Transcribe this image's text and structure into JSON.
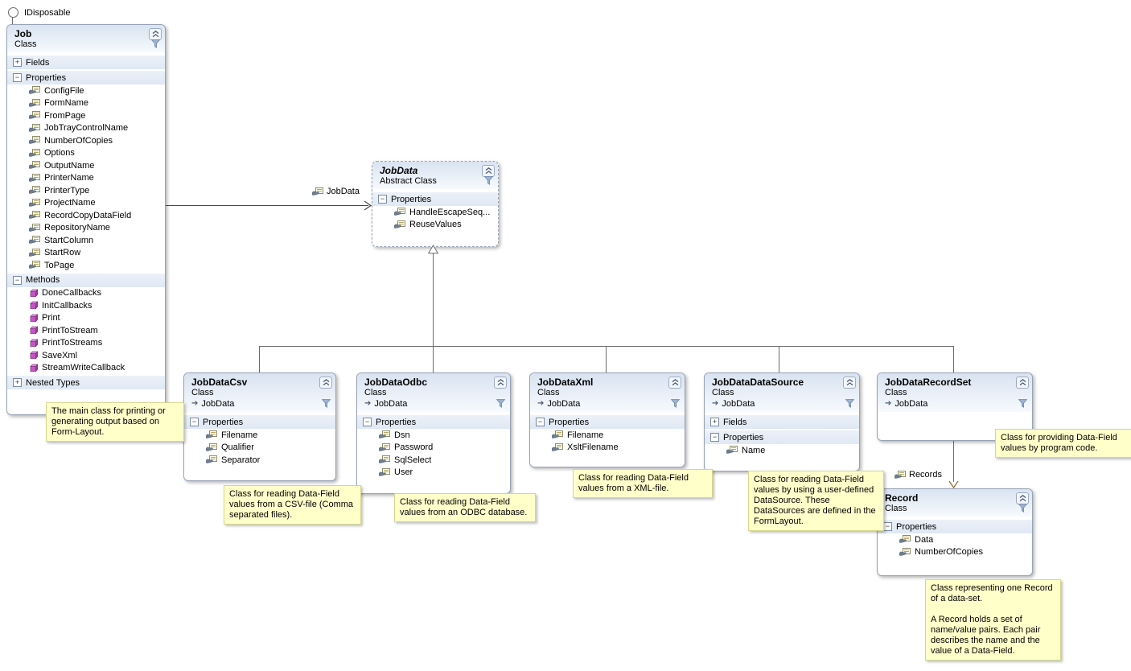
{
  "icons": {
    "plus": "+",
    "minus": "−",
    "base_arrow": "➔"
  },
  "lollipop": {
    "label": "IDisposable"
  },
  "classes": {
    "job": {
      "title": "Job",
      "kind": "Class",
      "sections": {
        "fields": "Fields",
        "properties": "Properties",
        "methods": "Methods",
        "nested_types": "Nested Types"
      },
      "properties": [
        "ConfigFile",
        "FormName",
        "FromPage",
        "JobTrayControlName",
        "NumberOfCopies",
        "Options",
        "OutputName",
        "PrinterName",
        "PrinterType",
        "ProjectName",
        "RecordCopyDataField",
        "RepositoryName",
        "StartColumn",
        "StartRow",
        "ToPage"
      ],
      "methods": [
        "DoneCallbacks",
        "InitCallbacks",
        "Print",
        "PrintToStream",
        "PrintToStreams",
        "SaveXml",
        "StreamWriteCallback"
      ]
    },
    "jobdata": {
      "title": "JobData",
      "kind": "Abstract Class",
      "sections": {
        "properties": "Properties"
      },
      "properties": [
        "HandleEscapeSeq...",
        "ReuseValues"
      ]
    },
    "jobdatacsv": {
      "title": "JobDataCsv",
      "kind": "Class",
      "base": "JobData",
      "sections": {
        "properties": "Properties"
      },
      "properties": [
        "Filename",
        "Qualifier",
        "Separator"
      ]
    },
    "jobdataodbc": {
      "title": "JobDataOdbc",
      "kind": "Class",
      "base": "JobData",
      "sections": {
        "properties": "Properties"
      },
      "properties": [
        "Dsn",
        "Password",
        "SqlSelect",
        "User"
      ]
    },
    "jobdataxml": {
      "title": "JobDataXml",
      "kind": "Class",
      "base": "JobData",
      "sections": {
        "properties": "Properties"
      },
      "properties": [
        "Filename",
        "XsltFilename"
      ]
    },
    "jobdatadatasource": {
      "title": "JobDataDataSource",
      "kind": "Class",
      "base": "JobData",
      "sections": {
        "fields": "Fields",
        "properties": "Properties"
      },
      "properties": [
        "Name"
      ]
    },
    "jobdatarecordset": {
      "title": "JobDataRecordSet",
      "kind": "Class",
      "base": "JobData"
    },
    "record": {
      "title": "Record",
      "kind": "Class",
      "sections": {
        "properties": "Properties"
      },
      "properties": [
        "Data",
        "NumberOfCopies"
      ]
    }
  },
  "associations": {
    "jobdata": {
      "label": "JobData"
    },
    "records": {
      "label": "Records"
    }
  },
  "notes": {
    "job": "The main class for printing or generating output based on Form-Layout.",
    "csv": "Class for reading Data-Field values from a CSV-file (Comma separated files).",
    "odbc": "Class for reading Data-Field values from an ODBC database.",
    "xml": "Class for reading Data-Field values from a XML-file.",
    "datasource": "Class for reading Data-Field values by using a user-defined DataSource. These DataSources are defined in the FormLayout.",
    "recordset": "Class for providing Data-Field values by program code.",
    "record": "Class representing one Record of a data-set.\n\nA Record holds a set of name/value pairs. Each pair describes the name and the value of a Data-Field."
  }
}
